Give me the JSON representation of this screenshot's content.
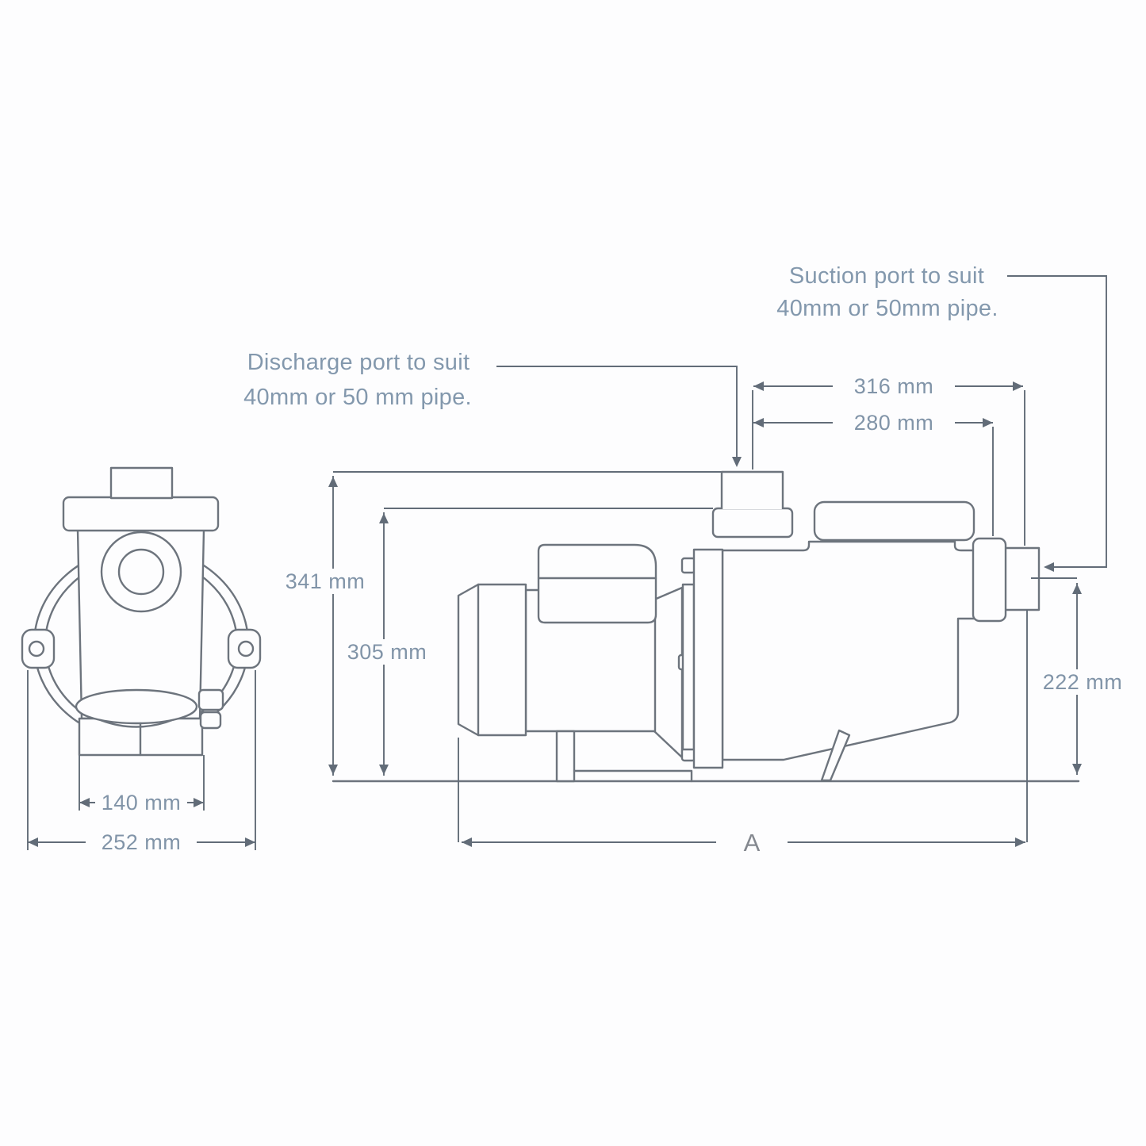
{
  "colors": {
    "line": "#6d747d",
    "dim": "#626c78",
    "label_text": "#8398ad",
    "dim_text": "#8194a8",
    "a_text": "#84888f",
    "bg": "#fdfdfe"
  },
  "callouts": {
    "suction_line1": "Suction port to suit",
    "suction_line2": "40mm or 50mm pipe.",
    "discharge_line1": "Discharge port to suit",
    "discharge_line2": "40mm or 50 mm pipe."
  },
  "front_view": {
    "dim_inner": "140 mm",
    "dim_outer": "252 mm"
  },
  "side_view": {
    "dim_height_total": "341 mm",
    "dim_height_body": "305 mm",
    "dim_top_long": "316 mm",
    "dim_top_short": "280 mm",
    "dim_suction_height": "222 mm",
    "dim_base_length": "A"
  }
}
